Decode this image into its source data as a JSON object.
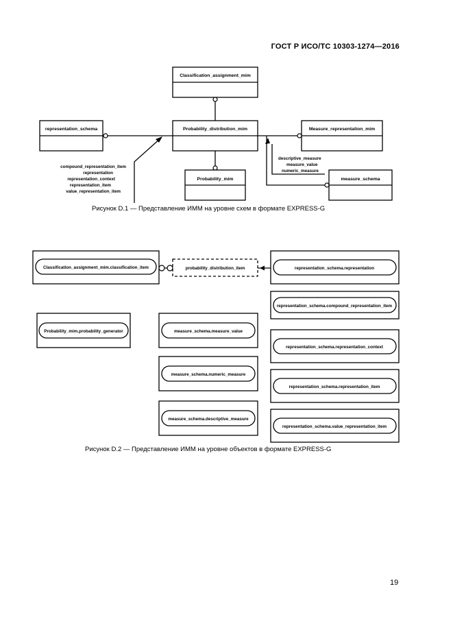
{
  "header": {
    "standard": "ГОСТ Р ИСО/ТС 10303-1274—2016"
  },
  "page_number": "19",
  "figure1": {
    "caption": "Рисунок D.1 — Представление ИММ на уровне схем в формате EXPRESS-G",
    "boxes": {
      "classification": "Classification_assignment_mim",
      "representation_schema": "representation_schema",
      "probability_distribution": "Probability_distribution_mim",
      "measure_representation": "Measure_representation_mim",
      "probability": "Probability_mim",
      "measure_schema": "measure_schema"
    },
    "left_labels": [
      "compound_representation_item",
      "representation",
      "representation_context",
      "representation_item",
      "value_representation_item"
    ],
    "right_labels": [
      "descriptive_measure",
      "measure_value",
      "numeric_measure"
    ]
  },
  "figure2": {
    "caption": "Рисунок D.2 — Представление ИММ на уровне объектов в формате EXPRESS-G",
    "center_box": "probability_distribution_item",
    "left_top": "Classification_assignment_mim.classification_item",
    "left_mid": "Probability_mim.probability_generator",
    "middle_column": [
      "measure_schema.measure_value",
      "measure_schema.numeric_measure",
      "measure_schema.descriptive_measure"
    ],
    "right_column": [
      "representation_schema.representation",
      "representation_schema.compound_representation_item",
      "representation_schema.representation_context",
      "representation_schema.representation_item",
      "representation_schema.value_representation_item"
    ]
  }
}
